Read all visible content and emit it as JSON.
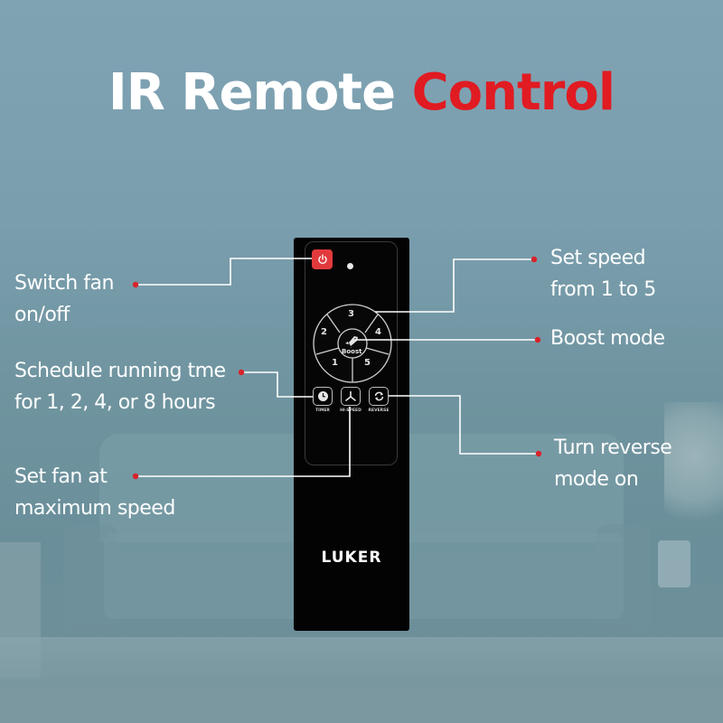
{
  "title": {
    "main": "IR Remote",
    "accent": "Control",
    "accent_color": "#e11b22"
  },
  "remote": {
    "brand": "LUKER",
    "power_icon": "power-icon",
    "speed_buttons": [
      "1",
      "2",
      "3",
      "4",
      "5"
    ],
    "center_button": "Boost",
    "function_buttons": [
      {
        "label": "TIMER",
        "icon": "clock-icon"
      },
      {
        "label": "HI-SPEED",
        "icon": "fan-icon"
      },
      {
        "label": "REVERSE",
        "icon": "reverse-arrows-icon"
      }
    ]
  },
  "callouts": {
    "power": {
      "line1": "Switch fan",
      "line2": "on/off"
    },
    "timer": {
      "line1": "Schedule running tme",
      "line2": "for 1, 2, 4, or 8 hours"
    },
    "hi_speed": {
      "line1": "Set fan at",
      "line2": "maximum speed"
    },
    "speed": {
      "line1": "Set speed",
      "line2": "from 1 to 5"
    },
    "boost": {
      "line1": "Boost mode"
    },
    "reverse": {
      "line1": "Turn reverse",
      "line2": "mode on"
    }
  },
  "colors": {
    "dot": "#d8232a",
    "line": "#ffffff",
    "power_button": "#e23a3c"
  }
}
